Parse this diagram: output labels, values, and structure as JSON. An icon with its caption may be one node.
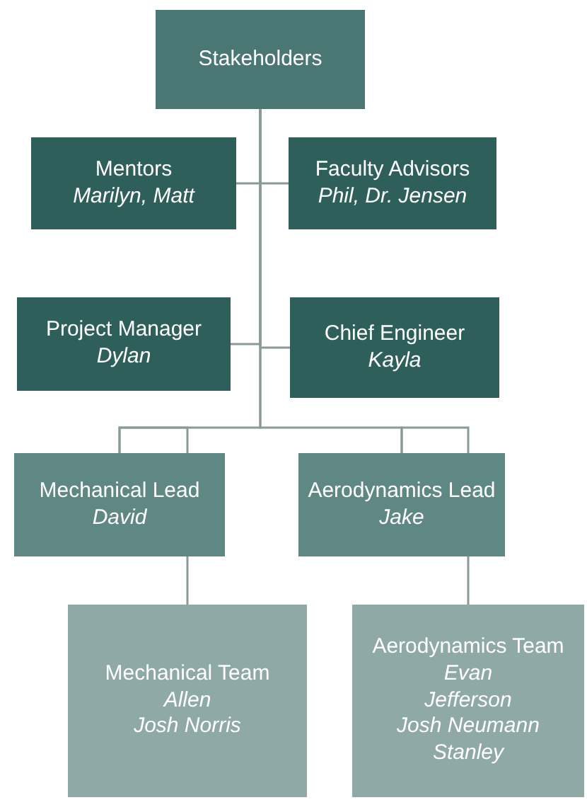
{
  "diagram": {
    "nodes": [
      {
        "text": [
          "Stakeholders"
        ]
      },
      {
        "text": [
          "Mentors",
          "Marilyn, Matt"
        ]
      },
      {
        "text": [
          "Faculty Advisors",
          "Phil, Dr. Jensen"
        ]
      },
      {
        "text": [
          "Project Manager",
          "Dylan"
        ]
      },
      {
        "text": [
          "Chief Engineer",
          "Kayla"
        ]
      },
      {
        "text": [
          "Mechanical Lead",
          "David"
        ]
      },
      {
        "text": [
          "Aerodynamics Lead",
          "Jake"
        ]
      },
      {
        "text": [
          "Mechanical Team",
          "Allen",
          "Josh Norris"
        ]
      },
      {
        "text": [
          "Aerodynamics Team",
          "Evan",
          "Jefferson",
          "Josh Neumann",
          "Stanley"
        ]
      }
    ],
    "edges": [
      {
        "from": 0,
        "to": 1,
        "arrow": "none"
      },
      {
        "from": 0,
        "to": 2,
        "arrow": "none"
      },
      {
        "from": 0,
        "to": 3,
        "arrow": "none"
      },
      {
        "from": 0,
        "to": 4,
        "arrow": "none"
      },
      {
        "from": 0,
        "to": 5,
        "arrow": "none"
      },
      {
        "from": 0,
        "to": 6,
        "arrow": "none"
      },
      {
        "from": 5,
        "to": 7,
        "arrow": "none"
      },
      {
        "from": 6,
        "to": 8,
        "arrow": "none"
      }
    ]
  }
}
